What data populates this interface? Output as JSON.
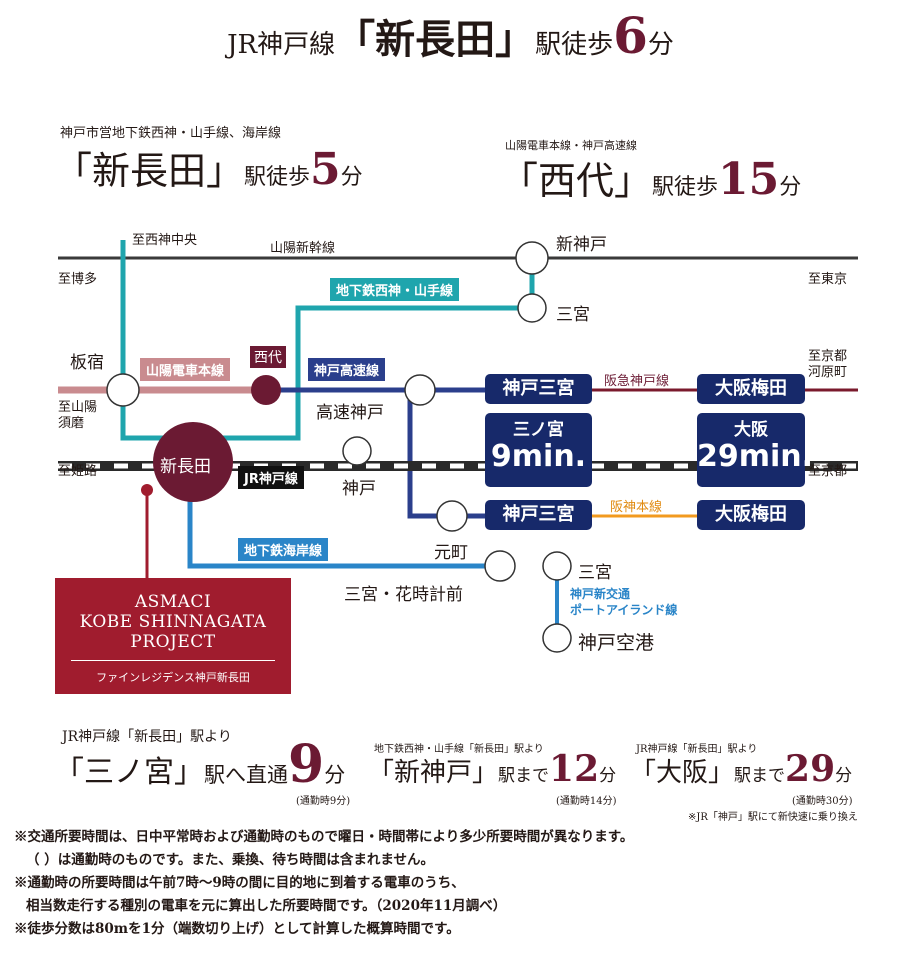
{
  "headline": {
    "prefix": "JR神戸線",
    "station": "「新長田」",
    "walk": "駅徒歩",
    "minutes": "6",
    "unit": "分"
  },
  "subway_access": {
    "lines": "神戸市営地下鉄西神・山手線、海岸線",
    "station": "「新長田」",
    "walk": "駅徒歩",
    "minutes": "5",
    "unit": "分"
  },
  "sanyo_access": {
    "lines": "山陽電車本線・神戸高速線",
    "station": "「西代」",
    "walk": "駅徒歩",
    "minutes": "15",
    "unit": "分"
  },
  "map": {
    "directions": {
      "nishishin_chuo": "至西神中央",
      "hakata": "至博多",
      "tokyo": "至東京",
      "sanyo_suma": "至山陽\n須磨",
      "himeji": "至姫路",
      "kyoto": "至京都",
      "kyoto_kawaramachi": "至京都\n河原町"
    },
    "lines": {
      "sanyo_shinkansen": "山陽新幹線",
      "subway_seishin": "地下鉄西神・山手線",
      "sanyo_main": "山陽電車本線",
      "kobe_kosoku": "神戸高速線",
      "jr_kobe": "JR神戸線",
      "hankyu": "阪急神戸線",
      "hanshin": "阪神本線",
      "subway_kaigan": "地下鉄海岸線",
      "port_liner": "神戸新交通\nポートアイランド線"
    },
    "stations": {
      "shin_kobe": "新神戸",
      "sannomiya_subway": "三宮",
      "itayado": "板宿",
      "nishidai": "西代",
      "kosoku_kobe": "高速神戸",
      "shin_nagata": "新長田",
      "kobe": "神戸",
      "motomachi": "元町",
      "sannomiya_hanadokei": "三宮・花時計前",
      "sannomiya_portliner": "三宮",
      "kobe_airport": "神戸空港"
    },
    "boxes": {
      "hankyu_sannomiya": "神戸三宮",
      "hankyu_umeda": "大阪梅田",
      "hanshin_sannomiya": "神戸三宮",
      "hanshin_umeda": "大阪梅田",
      "sannomiya_time_label": "三ノ宮",
      "sannomiya_time": "9min.",
      "osaka_time_label": "大阪",
      "osaka_time": "29min."
    },
    "colors": {
      "subway_seishin": "#1fa5ad",
      "sanyo": "#c98b8f",
      "kosoku": "#2b3f8c",
      "hankyu": "#7a1a2c",
      "hanshin": "#f29a1f",
      "kaigan": "#2a85c8",
      "jr": "#333333",
      "box": "#17296a"
    }
  },
  "project": {
    "name": "ASMACI\nKOBE SHINNAGATA\nPROJECT",
    "subname": "ファインレジデンス神戸新長田"
  },
  "access_times": [
    {
      "from": "JR神戸線「新長田」駅より",
      "dest": "「三ノ宮」",
      "verb": "駅へ直通",
      "minutes": "9",
      "unit": "分",
      "note": "(通勤時9分)"
    },
    {
      "from": "地下鉄西神・山手線「新長田」駅より",
      "dest": "「新神戸」",
      "verb": "駅まで",
      "minutes": "12",
      "unit": "分",
      "note": "(通勤時14分)"
    },
    {
      "from": "JR神戸線「新長田」駅より",
      "dest": "「大阪」",
      "verb": "駅まで",
      "minutes": "29",
      "unit": "分",
      "note": "(通勤時30分)"
    }
  ],
  "transfer_note": "※JR「神戸」駅にて新快速に乗り換え",
  "footnotes": [
    "※交通所要時間は、日中平常時および通勤時のもので曜日・時間帯により多少所要時間が異なります。",
    "（ ）は通勤時のものです。また、乗換、待ち時間は含まれません。",
    "※通勤時の所要時間は午前7時～9時の間に目的地に到着する電車のうち、",
    "相当数走行する種別の電車を元に算出した所要時間です。（2020年11月調べ）",
    "※徒歩分数は80mを1分（端数切り上げ）として計算した概算時間です。"
  ]
}
